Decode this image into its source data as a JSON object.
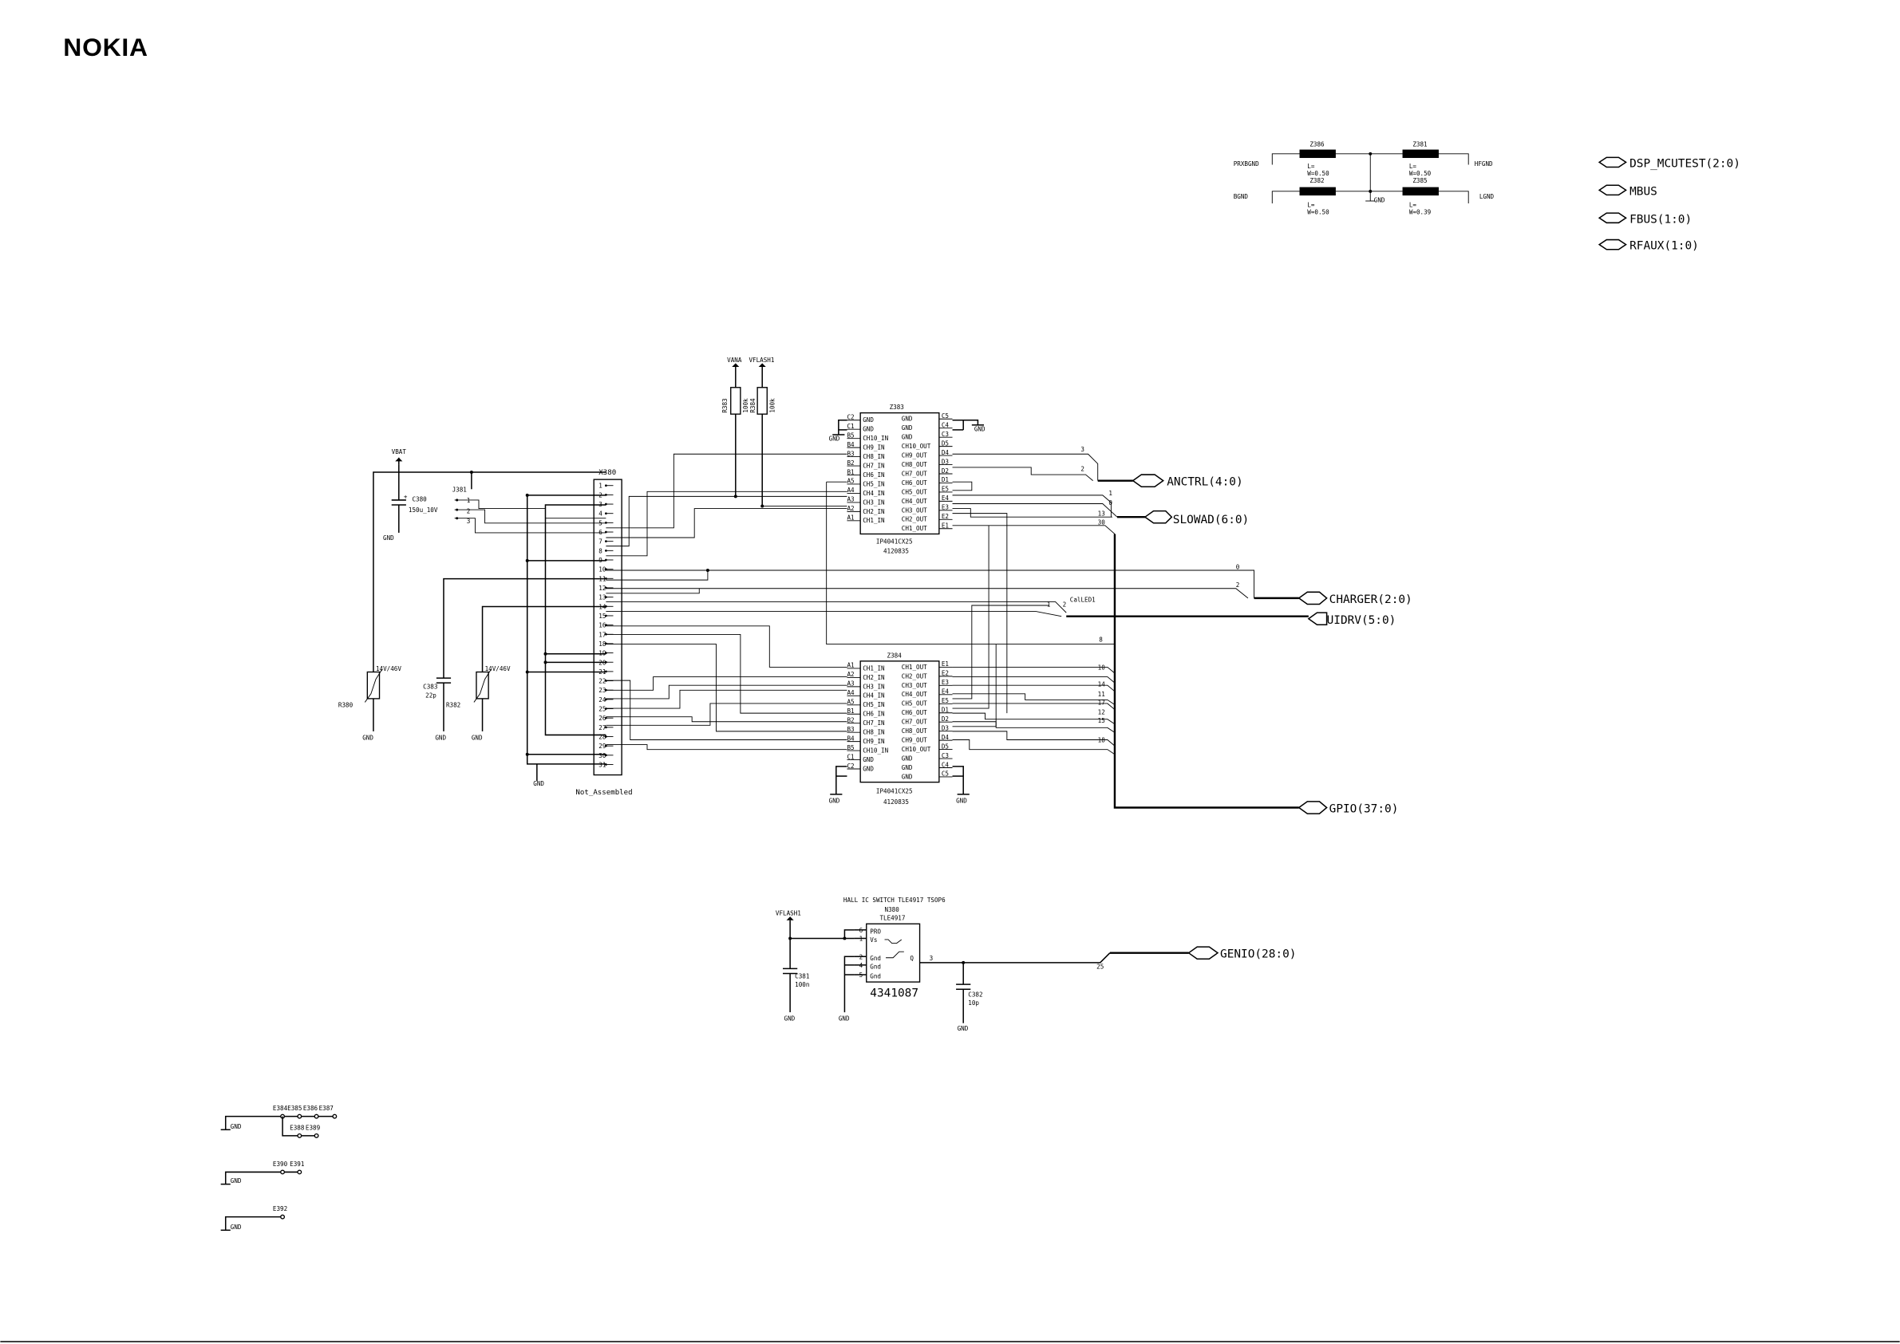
{
  "brand": {
    "logo_text": "NOKIA"
  },
  "filters": {
    "z386": {
      "ref": "Z386",
      "val": "L=\nW=0.50"
    },
    "z381": {
      "ref": "Z381",
      "val": "L=\nW=0.50"
    },
    "z382": {
      "ref": "Z382",
      "val": "L=\nW=0.50"
    },
    "z385": {
      "ref": "Z385",
      "val": "L=\nW=0.39"
    },
    "prxbgnd": "PRXBGND",
    "hfgnd": "HFGND",
    "bgnd": "BGND",
    "lgnd": "LGND",
    "gnd": "GND"
  },
  "ports_top": [
    "DSP_MCUTEST(2:0)",
    "MBUS",
    "FBUS(1:0)",
    "RFAUX(1:0)"
  ],
  "buses": {
    "anctrl": "ANCTRL(4:0)",
    "slowad": "SLOWAD(6:0)",
    "charger": "CHARGER(2:0)",
    "uidrv": "UIDRV(5:0)",
    "gpio": "GPIO(37:0)",
    "genio": "GENIO(28:0)",
    "called": "CalLED1"
  },
  "connector": {
    "ref": "X380",
    "pins": [
      "1",
      "2",
      "3",
      "4",
      "5",
      "6",
      "7",
      "8",
      "9",
      "10",
      "11",
      "12",
      "13",
      "14",
      "15",
      "16",
      "17",
      "18",
      "19",
      "20",
      "21",
      "22",
      "23",
      "24",
      "25",
      "26",
      "27",
      "28",
      "29",
      "30",
      "31"
    ],
    "note": "Not_Assembled"
  },
  "power": {
    "vbat": "VBAT",
    "vana": "VANA",
    "vflash": "VFLASH1",
    "gnd": "GND"
  },
  "components": {
    "c380": {
      "ref": "C380",
      "val": "150u_10V"
    },
    "j381": {
      "ref": "J381",
      "pins": [
        "1",
        "2",
        "3"
      ]
    },
    "r383": {
      "ref": "R383",
      "val": "100k"
    },
    "r384": {
      "ref": "R384",
      "val": "100k"
    },
    "r380": {
      "ref": "R380",
      "val": "14V/46V"
    },
    "r382": {
      "ref": "R382",
      "val": "14V/46V"
    },
    "c383": {
      "ref": "C383",
      "val": "22p"
    },
    "c381": {
      "ref": "C381",
      "val": "100n"
    },
    "c382": {
      "ref": "C382",
      "val": "10p"
    }
  },
  "ics": {
    "z383": {
      "ref": "Z383",
      "part": "IP4041CX25",
      "code": "4120835",
      "left_pins": [
        "C2",
        "C1",
        "B5",
        "B4",
        "B3",
        "B2",
        "B1",
        "A5",
        "A4",
        "A3",
        "A2",
        "A1"
      ],
      "left_names": [
        "GND",
        "GND",
        "CH10_IN",
        "CH9_IN",
        "CH8_IN",
        "CH7_IN",
        "CH6_IN",
        "CH5_IN",
        "CH4_IN",
        "CH3_IN",
        "CH2_IN",
        "CH1_IN"
      ],
      "right_names": [
        "GND",
        "GND",
        "GND",
        "CH10_OUT",
        "CH9_OUT",
        "CH8_OUT",
        "CH7_OUT",
        "CH6_OUT",
        "CH5_OUT",
        "CH4_OUT",
        "CH3_OUT",
        "CH2_OUT",
        "CH1_OUT"
      ],
      "right_pins": [
        "C5",
        "C4",
        "C3",
        "D5",
        "D4",
        "D3",
        "D2",
        "D1",
        "E5",
        "E4",
        "E3",
        "E2",
        "E1"
      ]
    },
    "z384": {
      "ref": "Z384",
      "part": "IP4041CX25",
      "code": "4120835",
      "left_pins": [
        "A1",
        "A2",
        "A3",
        "A4",
        "A5",
        "B1",
        "B2",
        "B3",
        "B4",
        "B5",
        "C1",
        "C2"
      ],
      "left_names": [
        "CH1_IN",
        "CH2_IN",
        "CH3_IN",
        "CH4_IN",
        "CH5_IN",
        "CH6_IN",
        "CH7_IN",
        "CH8_IN",
        "CH9_IN",
        "CH10_IN",
        "GND",
        "GND"
      ],
      "right_names": [
        "CH1_OUT",
        "CH2_OUT",
        "CH3_OUT",
        "CH4_OUT",
        "CH5_OUT",
        "CH6_OUT",
        "CH7_OUT",
        "CH8_OUT",
        "CH9_OUT",
        "CH10_OUT",
        "GND",
        "GND",
        "GND"
      ],
      "right_pins": [
        "E1",
        "E2",
        "E3",
        "E4",
        "E5",
        "D1",
        "D2",
        "D3",
        "D4",
        "D5",
        "C3",
        "C4",
        "C5"
      ]
    },
    "n380": {
      "title": "HALL IC SWITCH TLE4917 TSOP6",
      "ref": "N380",
      "part": "TLE4917",
      "code": "4341087",
      "pin_nums": [
        "6",
        "1",
        "2",
        "4",
        "5",
        "3"
      ],
      "pin_names": [
        "PRO",
        "Vs",
        "Gnd",
        "Gnd",
        "Gnd",
        "Q"
      ]
    }
  },
  "net_numbers": {
    "anctrl": [
      "3",
      "2"
    ],
    "slowad": [
      "1",
      "0",
      "13",
      "30"
    ],
    "charger": [
      "0",
      "2"
    ],
    "uidrv": [
      "1",
      "2"
    ],
    "gpio": [
      "8",
      "10",
      "14",
      "11",
      "17",
      "12",
      "15",
      "18"
    ],
    "genio": "25"
  },
  "test_points": {
    "row1": [
      "E384",
      "E385",
      "E386",
      "E387"
    ],
    "row1b": [
      "E388",
      "E389"
    ],
    "row2": [
      "E390",
      "E391"
    ],
    "row3": [
      "E392"
    ],
    "gnd": "GND"
  }
}
